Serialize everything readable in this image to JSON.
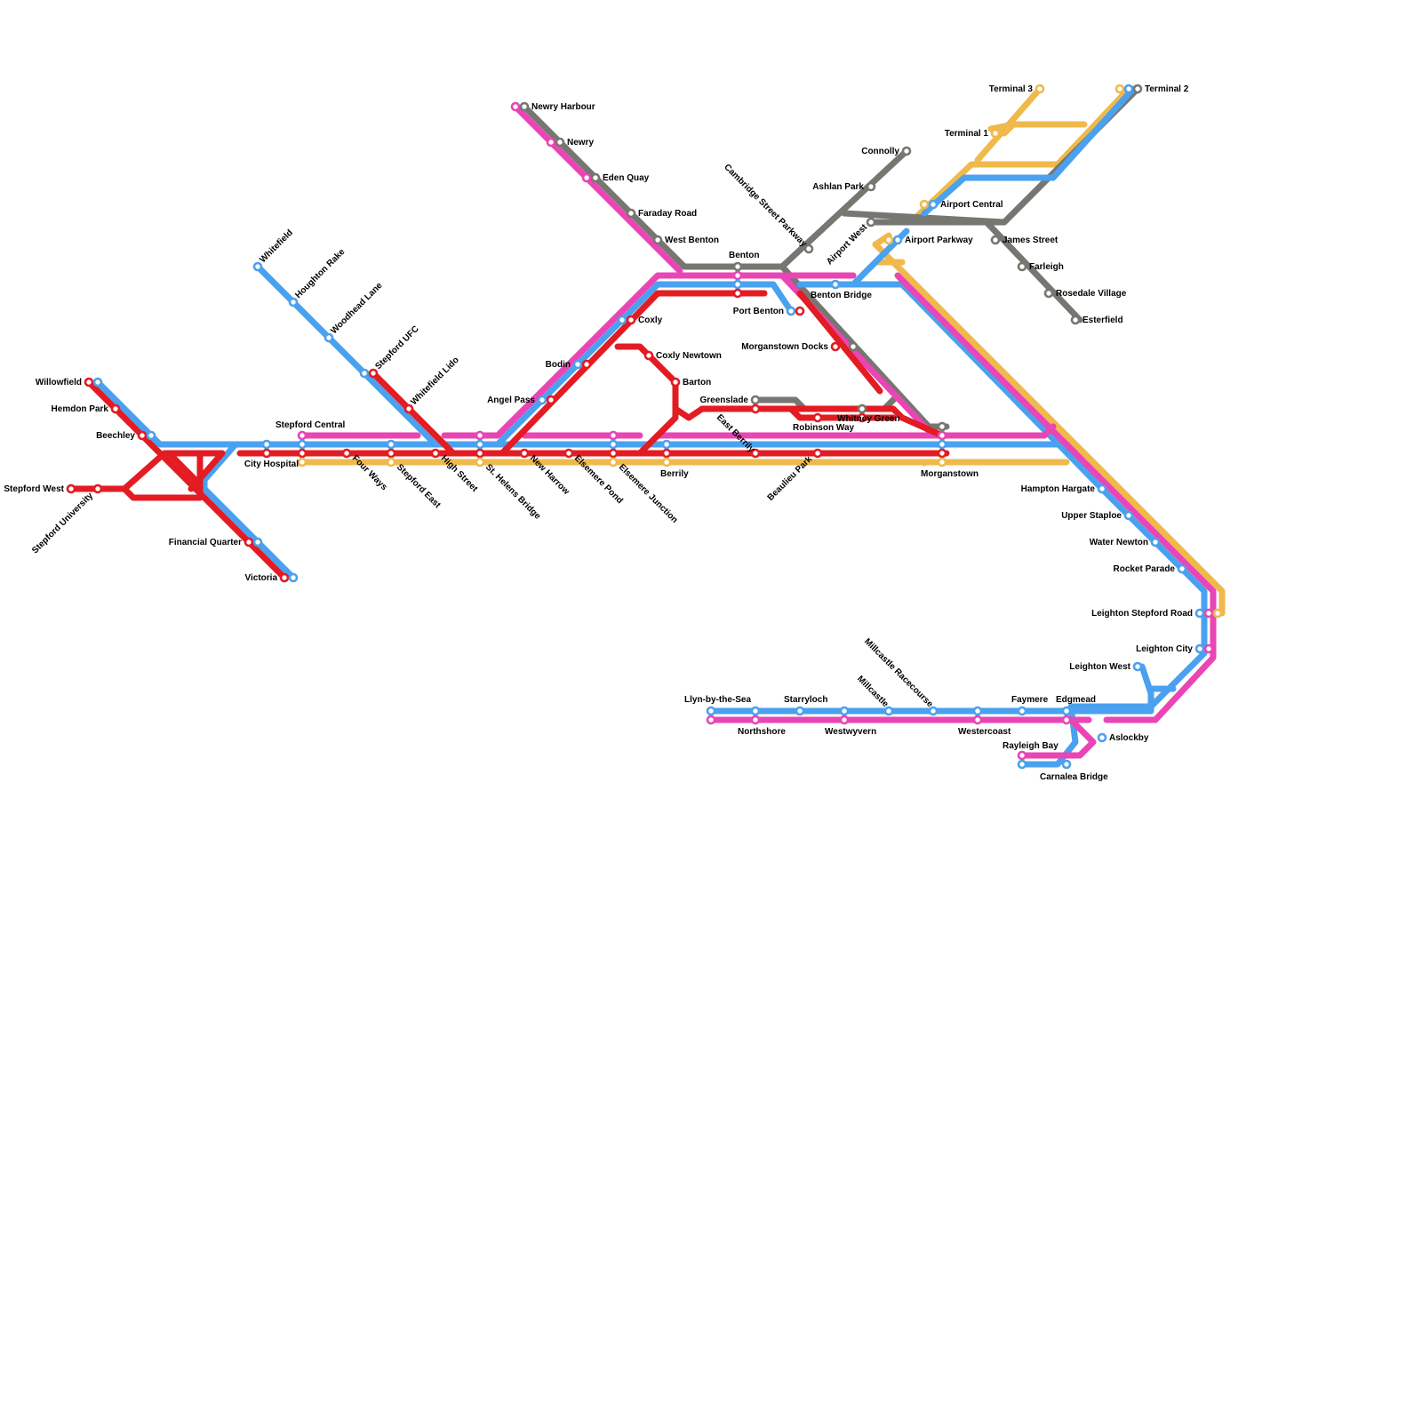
{
  "colors": {
    "red": "#e31b23",
    "blue": "#4aa1ef",
    "pink": "#ea45b4",
    "grey": "#777671",
    "yellow": "#efb94b"
  },
  "stations": {
    "willowfield": "Willowfield",
    "hemdon_park": "Hemdon Park",
    "beechley": "Beechley",
    "stepford_west": "Stepford West",
    "stepford_university": "Stepford University",
    "financial_quarter": "Financial Quarter",
    "victoria": "Victoria",
    "whitefield": "Whitefield",
    "houghton_rake": "Houghton Rake",
    "woodhead_lane": "Woodhead Lane",
    "stepford_ufc": "Stepford UFC",
    "whitefield_lido": "Whitefield Lido",
    "stepford_central": "Stepford Central",
    "city_hospital": "City Hospital",
    "four_ways": "Four Ways",
    "stepford_east": "Stepford East",
    "high_street": "High Street",
    "st_helens_bridge": "St. Helens Bridge",
    "new_harrow": "New Harrow",
    "elsemere_pond": "Elsemere Pond",
    "elsemere_junction": "Elsemere Junction",
    "berrily": "Berrily",
    "east_berrily": "East Berrily",
    "beaulieu_park": "Beaulieu Park",
    "morganstown": "Morganstown",
    "newry_harbour": "Newry Harbour",
    "newry": "Newry",
    "eden_quay": "Eden Quay",
    "faraday_road": "Faraday Road",
    "west_benton": "West Benton",
    "benton": "Benton",
    "port_benton": "Port Benton",
    "benton_bridge": "Benton Bridge",
    "coxly": "Coxly",
    "coxly_newtown": "Coxly Newtown",
    "bodin": "Bodin",
    "angel_pass": "Angel Pass",
    "barton": "Barton",
    "greenslade": "Greenslade",
    "robinson_way": "Robinson Way",
    "whitney_green": "Whitney Green",
    "morganstown_docks": "Morganstown Docks",
    "cambridge_street_parkway": "Cambridge Street Parkway",
    "ashlan_park": "Ashlan Park",
    "connolly": "Connolly",
    "airport_west": "Airport West",
    "airport_parkway": "Airport Parkway",
    "airport_central": "Airport Central",
    "terminal_1": "Terminal 1",
    "terminal_2": "Terminal 2",
    "terminal_3": "Terminal 3",
    "james_street": "James Street",
    "farleigh": "Farleigh",
    "rosedale_village": "Rosedale Village",
    "esterfield": "Esterfield",
    "hampton_hargate": "Hampton Hargate",
    "upper_staploe": "Upper Staploe",
    "water_newton": "Water Newton",
    "rocket_parade": "Rocket Parade",
    "leighton_stepford_road": "Leighton Stepford Road",
    "leighton_city": "Leighton City",
    "leighton_west": "Leighton West",
    "llyn_by_the_sea": "Llyn-by-the-Sea",
    "northshore": "Northshore",
    "starryloch": "Starryloch",
    "westwyvern": "Westwyvern",
    "millcastle": "Millcastle",
    "millcastle_racecourse": "Millcastle Racecourse",
    "westercoast": "Westercoast",
    "faymere": "Faymere",
    "edgmead": "Edgmead",
    "rayleigh_bay": "Rayleigh Bay",
    "carnalea_bridge": "Carnalea Bridge",
    "aslockby": "Aslockby"
  }
}
